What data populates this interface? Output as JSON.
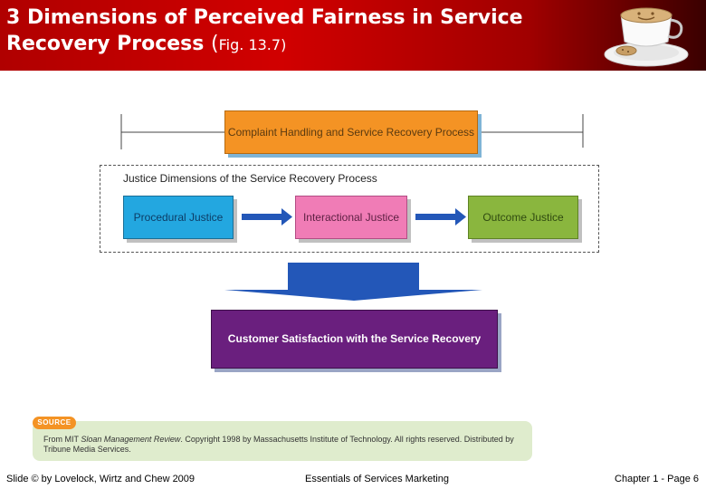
{
  "header": {
    "title_line1": "3 Dimensions of Perceived Fairness in Service",
    "title_line2": "Recovery Process ",
    "title_paren_open": "(",
    "title_fig": "Fig. 13.7",
    "title_paren_close": ")"
  },
  "diagram": {
    "top_box": "Complaint Handling and Service Recovery Process",
    "group_title": "Justice Dimensions of the Service Recovery Process",
    "procedural": "Procedural Justice",
    "interactional": "Interactional Justice",
    "outcome": "Outcome Justice",
    "result": "Customer Satisfaction with the Service Recovery"
  },
  "source": {
    "badge": "SOURCE",
    "prefix": "From MIT ",
    "journal": "Sloan Management Review",
    "rest": ". Copyright 1998 by Massachusetts Institute of Technology. All rights reserved. Distributed by Tribune Media Services."
  },
  "footer": {
    "left": "Slide © by Lovelock, Wirtz and Chew 2009",
    "center": "Essentials of Services Marketing",
    "right": "Chapter 1 - Page 6"
  },
  "colors": {
    "header": "#c00000",
    "complaint": "#f49324",
    "procedural": "#23a7e0",
    "interactional": "#f07cb6",
    "outcome": "#8ab63e",
    "result": "#6a1f7e",
    "arrow": "#2357b8"
  }
}
